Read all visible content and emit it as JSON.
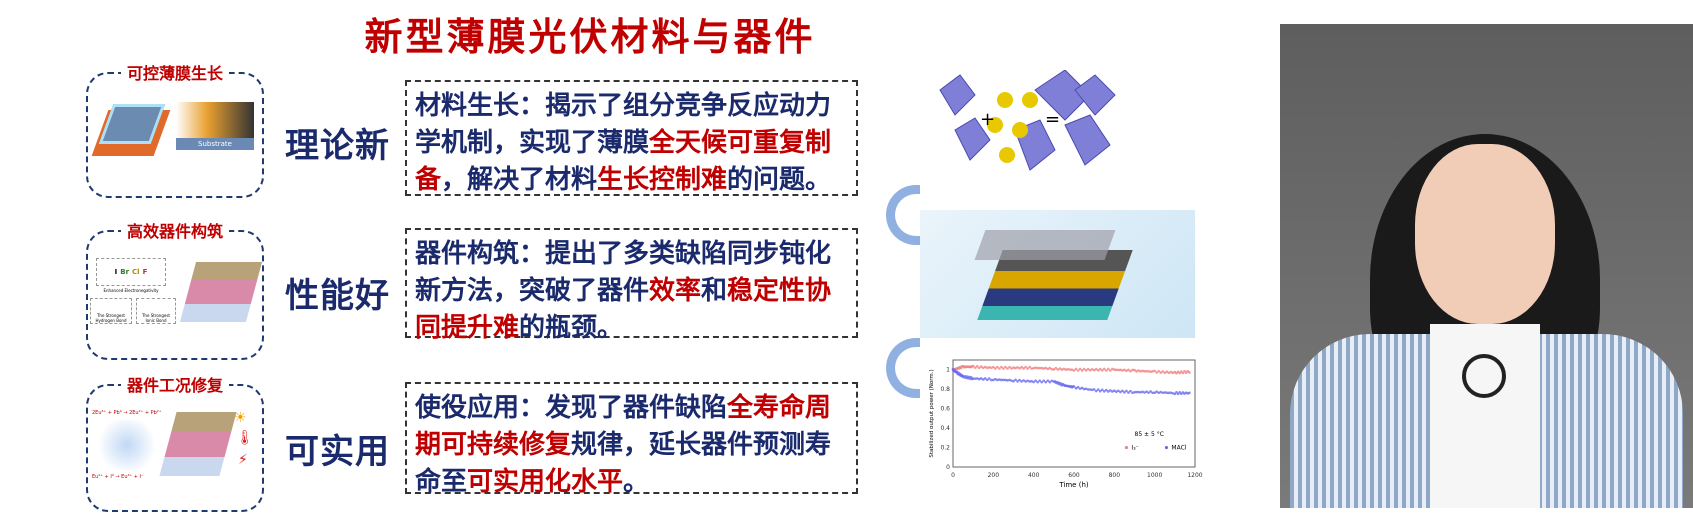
{
  "title": "新型薄膜光伏材料与器件",
  "panels": [
    {
      "caption": "可控薄膜生长",
      "side_label": "理论新",
      "substrate_label": "Substrate",
      "text": [
        {
          "t": "材料生长：揭示了组分竞争反应动力学机制，实现了薄膜",
          "red": false
        },
        {
          "t": "全天候可重复制备",
          "red": true
        },
        {
          "t": "，解决了材料",
          "red": false
        },
        {
          "t": "生长控制难",
          "red": true
        },
        {
          "t": "的问题。",
          "red": false
        }
      ]
    },
    {
      "caption": "高效器件构筑",
      "side_label": "性能好",
      "ions": [
        "I",
        "Br",
        "Cl",
        "F"
      ],
      "ill_labels": [
        "Enhanced Electronegativity",
        "The Strongest Hydrogen Bond",
        "The Strongest Ionic Bond"
      ],
      "text": [
        {
          "t": "器件构筑：提出了多类缺陷同步钝化新方法，突破了器件",
          "red": false
        },
        {
          "t": "效率",
          "red": true
        },
        {
          "t": "和",
          "red": false
        },
        {
          "t": "稳定性协同提升难",
          "red": true
        },
        {
          "t": "的瓶颈。",
          "red": false
        }
      ]
    },
    {
      "caption": "器件工况修复",
      "side_label": "可实用",
      "ill_labels": [
        "2Eu³⁺ + Pb⁰ → 2Eu²⁺ + Pb²⁺",
        "Eu²⁺ + I⁰ → Eu³⁺ + I⁻"
      ],
      "text": [
        {
          "t": "使役应用：发现了器件缺陷",
          "red": false
        },
        {
          "t": "全寿命周期可持续修复",
          "red": true
        },
        {
          "t": "规律，延长器件预测寿命至",
          "red": false
        },
        {
          "t": "可实用化水平",
          "red": true
        },
        {
          "t": "。",
          "red": false
        }
      ]
    }
  ],
  "crystal": {
    "plus": "+",
    "equals": "="
  },
  "colors": {
    "title": "#c00000",
    "text": "#1a2a6c",
    "highlight": "#c00000",
    "series1": "#f08080",
    "series2": "#6a6af0"
  },
  "chart_data": {
    "type": "scatter",
    "title": "85 ± 5 °C",
    "xlabel": "Time (h)",
    "ylabel": "Stabilized output power (Norm.)",
    "xlim": [
      0,
      1200
    ],
    "ylim": [
      0,
      1.1
    ],
    "xticks": [
      0,
      200,
      400,
      600,
      800,
      1000,
      1200
    ],
    "yticks": [
      0,
      0.2,
      0.4,
      0.6,
      0.8,
      1
    ],
    "legend": "bottom-right",
    "series": [
      {
        "name": "I₃⁻",
        "x": [
          0,
          50,
          100,
          200,
          300,
          400,
          500,
          600,
          700,
          800,
          900,
          1000,
          1100,
          1180
        ],
        "y": [
          1.0,
          1.03,
          1.03,
          1.02,
          1.02,
          1.02,
          1.01,
          1.0,
          1.0,
          1.0,
          0.99,
          0.98,
          0.97,
          0.98
        ]
      },
      {
        "name": "MACl",
        "x": [
          0,
          20,
          50,
          100,
          200,
          300,
          400,
          500,
          550,
          600,
          700,
          800,
          900,
          1000,
          1100,
          1180
        ],
        "y": [
          1.0,
          0.97,
          0.93,
          0.91,
          0.9,
          0.89,
          0.88,
          0.88,
          0.84,
          0.82,
          0.79,
          0.78,
          0.77,
          0.77,
          0.76,
          0.76
        ]
      }
    ]
  }
}
